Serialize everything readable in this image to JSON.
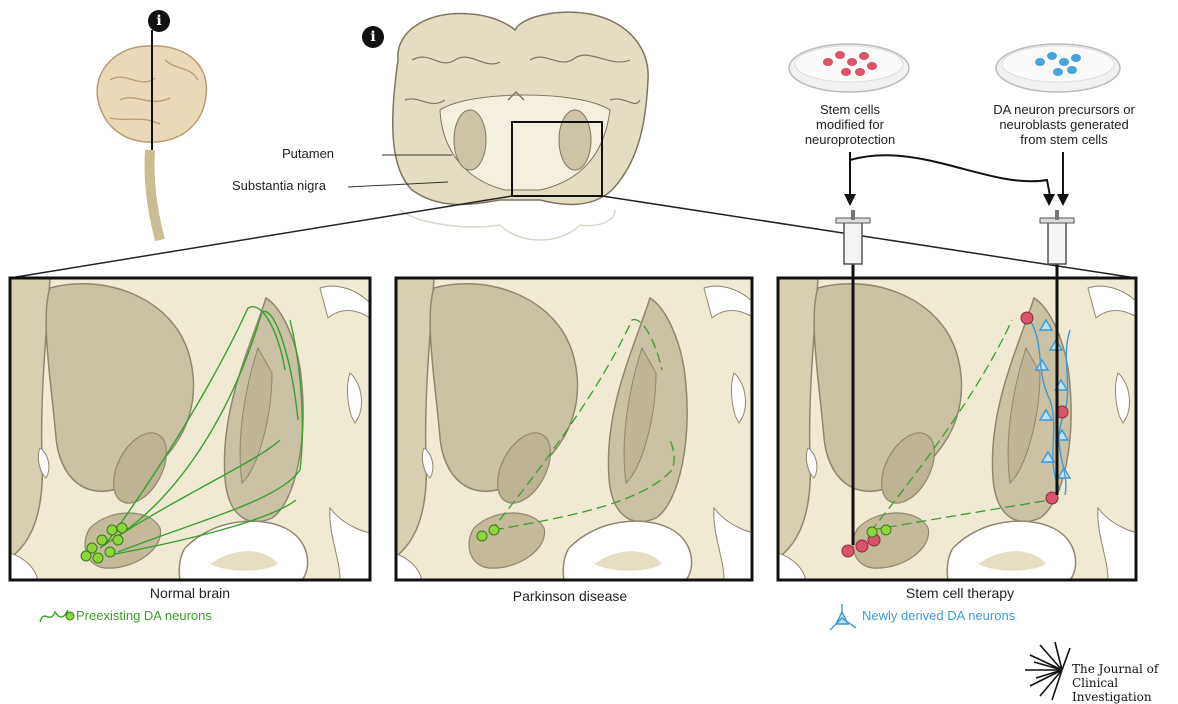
{
  "info_badge": "i",
  "coronal_labels": {
    "putamen": "Putamen",
    "substantia_nigra": "Substantia nigra"
  },
  "dishes": [
    {
      "label": "Stem cells\nmodified for\nneuroprotection",
      "cell_color": "#d9546b"
    },
    {
      "label": "DA neuron precursors or\nneuroblasts generated\nfrom stem cells",
      "cell_color": "#4aa3d9"
    }
  ],
  "panels": [
    {
      "title": "Normal brain",
      "legend": "Preexisting DA neurons",
      "legend_color": "#3aa02c"
    },
    {
      "title": "Parkinson disease"
    },
    {
      "title": "Stem cell therapy",
      "legend": "Newly derived DA neurons",
      "legend_color": "#3d9ad6"
    }
  ],
  "colors": {
    "tissue": "#ede6cf",
    "gray_matter": "#cfc5a8",
    "neuron_green": "#8fd43a",
    "stem_red": "#d9546b",
    "new_blue": "#7bbfe4"
  },
  "logo": "The Journal of\nClinical Investigation"
}
